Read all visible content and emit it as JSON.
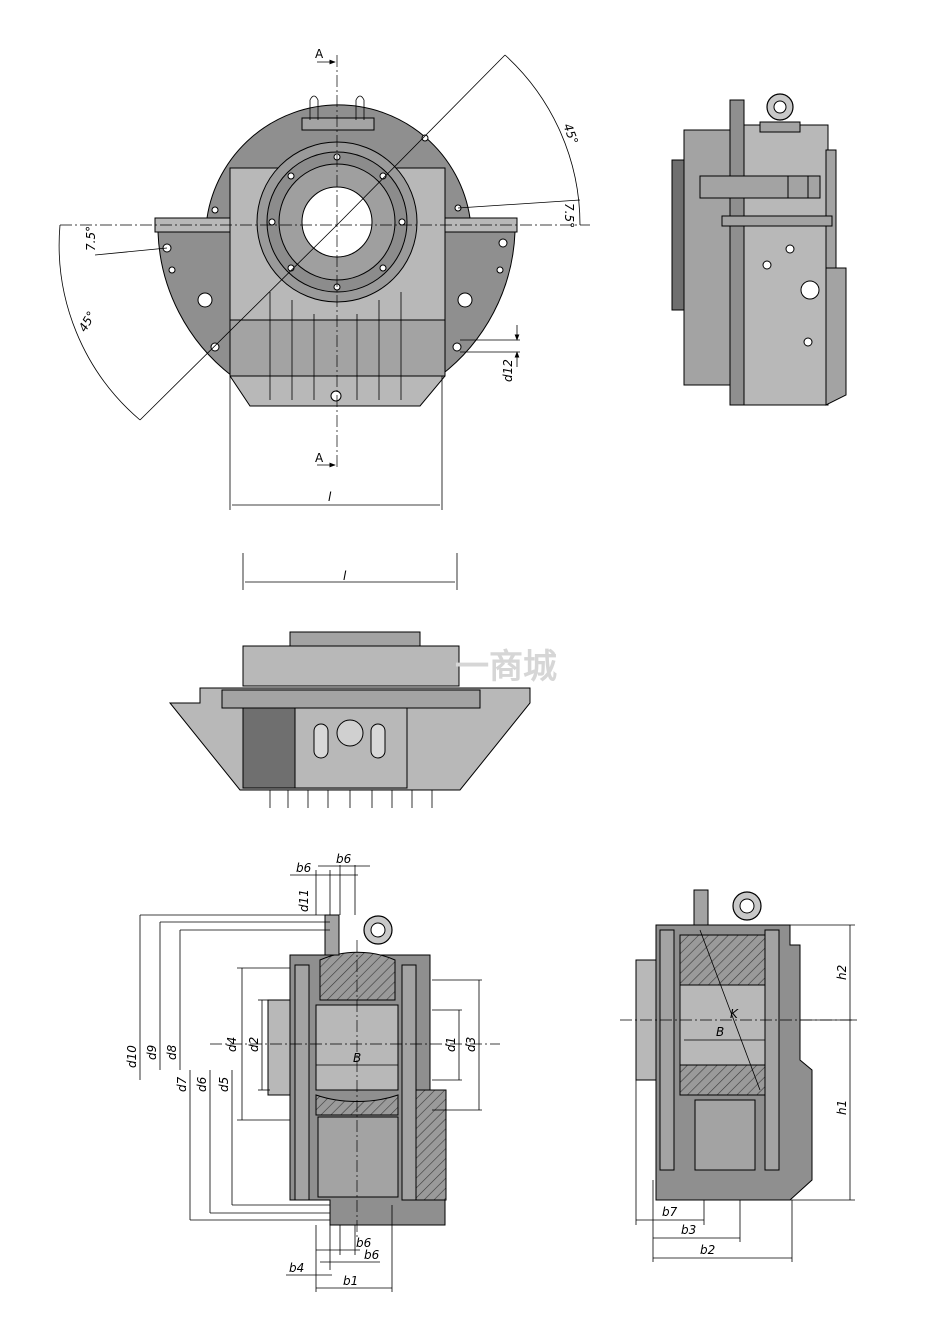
{
  "watermark": "一商城",
  "front_view": {
    "section_label_top": "A",
    "section_label_bottom": "A",
    "angle_upper": "45°",
    "angle_upper_small": "7.5°",
    "angle_left_small": "7.5°",
    "angle_left": "45°",
    "dim_d12": "d12",
    "dim_l": "l"
  },
  "plan_view": {
    "dim_l": "l"
  },
  "section_left": {
    "top_b6_a": "b6",
    "top_b6_b": "b6",
    "d11": "d11",
    "d10": "d10",
    "d9": "d9",
    "d8": "d8",
    "d7": "d7",
    "d6": "d6",
    "d5": "d5",
    "d4": "d4",
    "d2": "d2",
    "d1": "d1",
    "d3": "d3",
    "B": "B",
    "bot_b6_a": "b6",
    "bot_b6_b": "b6",
    "b4": "b4",
    "b1": "b1"
  },
  "section_right": {
    "h2": "h2",
    "h1": "h1",
    "B": "B",
    "K": "K",
    "b7": "b7",
    "b3": "b3",
    "b2": "b2"
  }
}
